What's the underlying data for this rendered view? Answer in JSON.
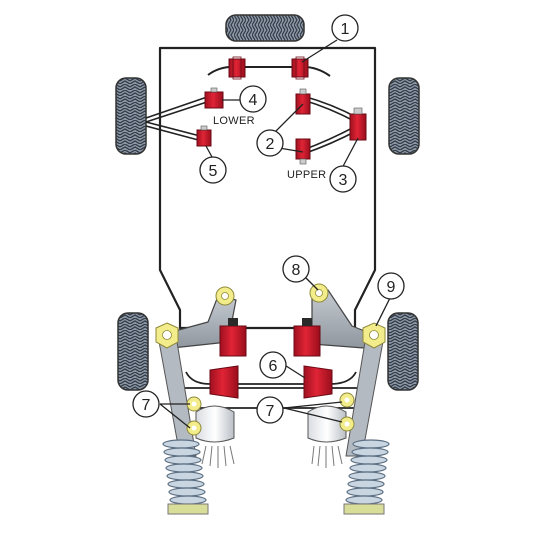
{
  "diagram": {
    "labels": {
      "lower": "LOWER",
      "upper": "UPPER"
    },
    "callouts": [
      "1",
      "2",
      "3",
      "4",
      "5",
      "6",
      "7",
      "7",
      "8",
      "9"
    ],
    "colors": {
      "bush_red": "#d01a2a",
      "bush_dark": "#8e0f1a",
      "tyre": "#7e8a98",
      "tyre_dark": "#3d4652",
      "joint_yellow": "#f3ec8a",
      "arm_grey": "#aeb4bb",
      "spring_blue": "#b9c8d6",
      "outline": "#222222"
    }
  }
}
